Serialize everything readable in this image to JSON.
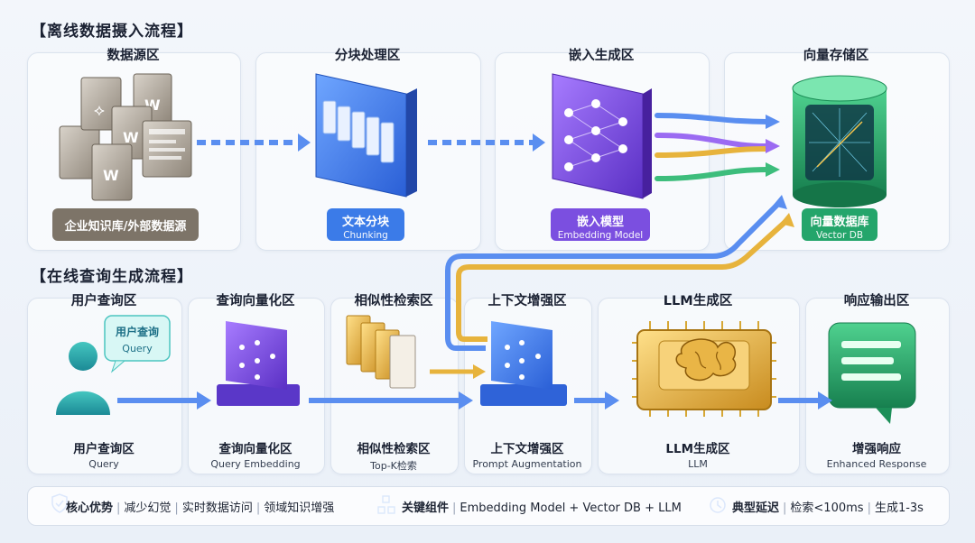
{
  "offline": {
    "title": "【离线数据摄入流程】",
    "zones": [
      {
        "title": "数据源区",
        "tag_main": "企业知识库/外部数据源",
        "tag_sub": ""
      },
      {
        "title": "分块处理区",
        "tag_main": "文本分块",
        "tag_sub": "Chunking"
      },
      {
        "title": "嵌入生成区",
        "tag_main": "嵌入模型",
        "tag_sub": "Embedding Model"
      },
      {
        "title": "向量存储区",
        "tag_main": "向量数据库",
        "tag_sub": "Vector DB"
      }
    ],
    "doc_icon_letters": [
      "W",
      "W",
      "W"
    ]
  },
  "online": {
    "title": "【在线查询生成流程】",
    "zones": [
      {
        "title": "用户查询区",
        "label_main": "用户查询区",
        "label_sub": "Query"
      },
      {
        "title": "查询向量化区",
        "label_main": "查询向量化区",
        "label_sub": "Query Embedding"
      },
      {
        "title": "相似性检索区",
        "label_main": "相似性检索区",
        "label_sub": "Top-K检索"
      },
      {
        "title": "上下文增强区",
        "label_main": "上下文增强区",
        "label_sub": "Prompt Augmentation"
      },
      {
        "title": "LLM生成区",
        "label_main": "LLM生成区",
        "label_sub": "LLM"
      },
      {
        "title": "响应输出区",
        "label_main": "增强响应",
        "label_sub": "Enhanced Response"
      }
    ],
    "query_bubble": {
      "main": "用户查询",
      "sub": "Query"
    }
  },
  "footer": {
    "advantages_title": "核心优势",
    "advantages": [
      "减少幻觉",
      "实时数据访问",
      "领域知识增强"
    ],
    "components_title": "关键组件",
    "components": "Embedding Model + Vector DB + LLM",
    "latency_title": "典型延迟",
    "latency": [
      "检索<100ms",
      "生成1-3s"
    ]
  },
  "icons": [
    "doc-icon",
    "chunk-icon",
    "neural-net-icon",
    "database-icon",
    "user-icon",
    "chip-icon",
    "brain-icon",
    "chat-icon",
    "shield-icon",
    "network-icon",
    "clock-icon"
  ],
  "colors": {
    "blue": "#3b7be8",
    "purple": "#7b4fe0",
    "green": "#24a56b",
    "gold": "#e7b33c",
    "gray": "#7d7468",
    "arrow": "#5a8ef0"
  }
}
